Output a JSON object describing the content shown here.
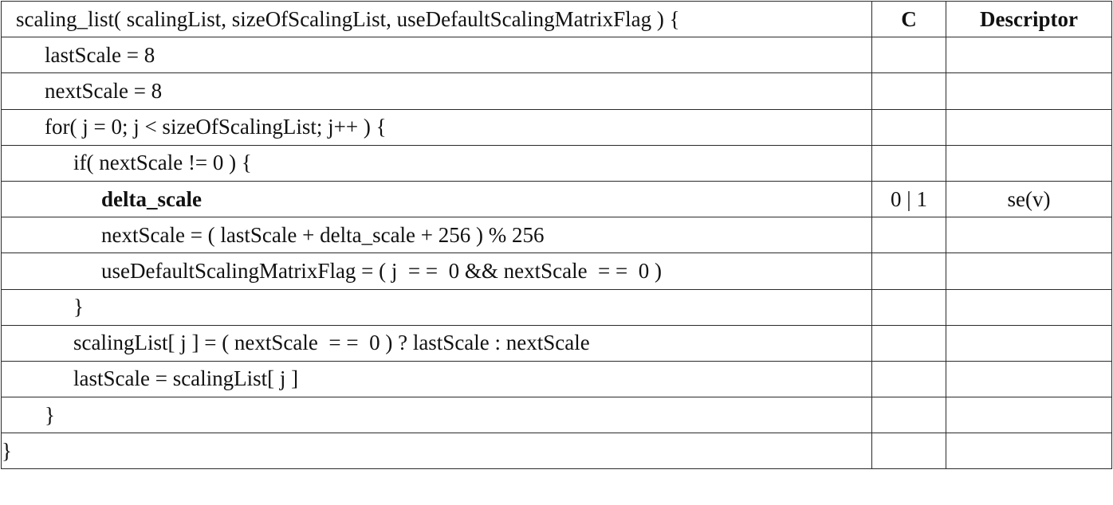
{
  "table": {
    "header": {
      "syntax": "scaling_list( scalingList, sizeOfScalingList, useDefaultScalingMatrixFlag ) {",
      "category": "C",
      "descriptor": "Descriptor"
    },
    "rows": [
      {
        "syntax": "lastScale = 8",
        "indent": 1,
        "bold": false,
        "category": "",
        "descriptor": ""
      },
      {
        "syntax": "nextScale = 8",
        "indent": 1,
        "bold": false,
        "category": "",
        "descriptor": ""
      },
      {
        "syntax": "for( j = 0; j < sizeOfScalingList; j++ ) {",
        "indent": 1,
        "bold": false,
        "category": "",
        "descriptor": ""
      },
      {
        "syntax": "if( nextScale != 0 ) {",
        "indent": 2,
        "bold": false,
        "category": "",
        "descriptor": ""
      },
      {
        "syntax": "delta_scale",
        "indent": 3,
        "bold": true,
        "category": "0 | 1",
        "descriptor": "se(v)"
      },
      {
        "syntax": "nextScale = ( lastScale + delta_scale + 256 ) % 256",
        "indent": 3,
        "bold": false,
        "category": "",
        "descriptor": ""
      },
      {
        "syntax": "useDefaultScalingMatrixFlag = ( j  = =  0 && nextScale  = =  0 )",
        "indent": 3,
        "bold": false,
        "category": "",
        "descriptor": ""
      },
      {
        "syntax": "}",
        "indent": 2,
        "bold": false,
        "category": "",
        "descriptor": ""
      },
      {
        "syntax": "scalingList[ j ] = ( nextScale  = =  0 ) ? lastScale : nextScale",
        "indent": 2,
        "bold": false,
        "category": "",
        "descriptor": ""
      },
      {
        "syntax": "lastScale = scalingList[ j ]",
        "indent": 2,
        "bold": false,
        "category": "",
        "descriptor": ""
      },
      {
        "syntax": "}",
        "indent": 1,
        "bold": false,
        "category": "",
        "descriptor": ""
      },
      {
        "syntax": "}",
        "indent": 0,
        "bold": false,
        "category": "",
        "descriptor": ""
      }
    ]
  }
}
